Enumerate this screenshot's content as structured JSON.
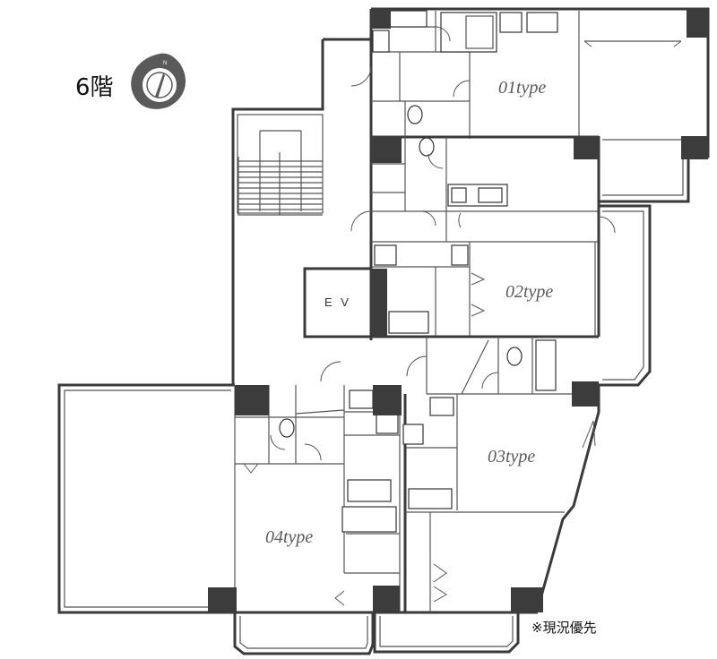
{
  "floor_label": "6階",
  "note": "※現況優先",
  "elevator_label": "E V",
  "units": {
    "u01": "01type",
    "u02": "02type",
    "u03": "03type",
    "u04": "04type"
  },
  "colors": {
    "wall": "#3a3a3a",
    "column": "#3c3c3c",
    "compass": "#5a5a5a",
    "label": "#5a5a5a"
  }
}
